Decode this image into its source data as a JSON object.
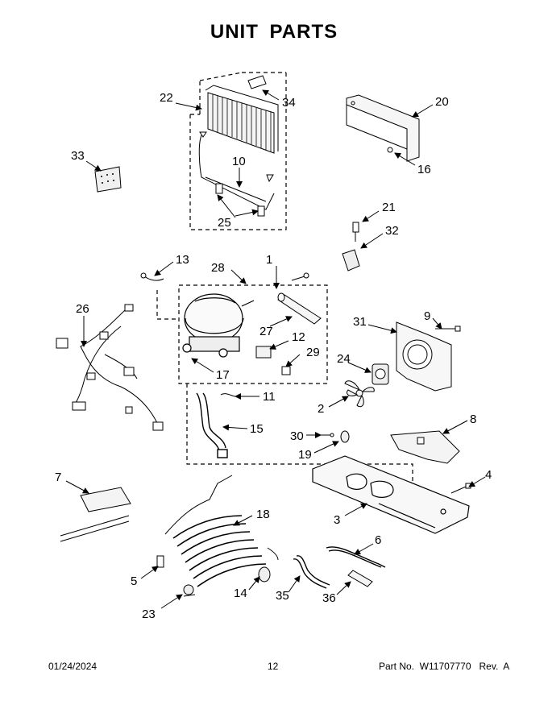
{
  "page": {
    "title": "UNIT PARTS"
  },
  "callouts": [
    {
      "id": "1",
      "label": "1"
    },
    {
      "id": "2",
      "label": "2"
    },
    {
      "id": "3",
      "label": "3"
    },
    {
      "id": "4",
      "label": "4"
    },
    {
      "id": "5",
      "label": "5"
    },
    {
      "id": "6",
      "label": "6"
    },
    {
      "id": "7",
      "label": "7"
    },
    {
      "id": "8",
      "label": "8"
    },
    {
      "id": "9",
      "label": "9"
    },
    {
      "id": "10",
      "label": "10"
    },
    {
      "id": "11",
      "label": "11"
    },
    {
      "id": "12",
      "label": "12"
    },
    {
      "id": "13",
      "label": "13"
    },
    {
      "id": "14",
      "label": "14"
    },
    {
      "id": "15",
      "label": "15"
    },
    {
      "id": "16",
      "label": "16"
    },
    {
      "id": "17",
      "label": "17"
    },
    {
      "id": "18",
      "label": "18"
    },
    {
      "id": "19",
      "label": "19"
    },
    {
      "id": "20",
      "label": "20"
    },
    {
      "id": "21",
      "label": "21"
    },
    {
      "id": "22",
      "label": "22"
    },
    {
      "id": "23",
      "label": "23"
    },
    {
      "id": "24",
      "label": "24"
    },
    {
      "id": "25",
      "label": "25"
    },
    {
      "id": "26",
      "label": "26"
    },
    {
      "id": "27",
      "label": "27"
    },
    {
      "id": "28",
      "label": "28"
    },
    {
      "id": "29",
      "label": "29"
    },
    {
      "id": "30",
      "label": "30"
    },
    {
      "id": "31",
      "label": "31"
    },
    {
      "id": "32",
      "label": "32"
    },
    {
      "id": "33",
      "label": "33"
    },
    {
      "id": "34",
      "label": "34"
    },
    {
      "id": "35",
      "label": "35"
    },
    {
      "id": "36",
      "label": "36"
    }
  ],
  "footer": {
    "date": "01/24/2024",
    "page_number": "12",
    "part_number": "Part No.  W11707770   Rev.  A"
  }
}
